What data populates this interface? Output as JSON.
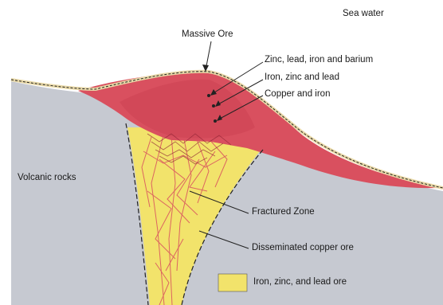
{
  "labels": {
    "sea_water": "Sea water",
    "massive_ore": "Massive  Ore",
    "zinc_lead_iron_barium": "Zinc, lead, iron and barium",
    "iron_zinc_lead": "Iron, zinc and lead",
    "copper_iron": "Copper and iron",
    "volcanic_rocks": "Volcanic rocks",
    "fractured_zone": "Fractured Zone",
    "disseminated_copper_ore": "Disseminated copper ore",
    "legend_iron_zinc_lead_ore": "Iron, zinc, and lead ore"
  },
  "colors": {
    "sea": "#ffffff",
    "volcanic_rock": "#c6c9d1",
    "massive_ore": "#d9505f",
    "massive_ore_dark": "#c63a4d",
    "stockwork_yellow": "#f2e36b",
    "vein_red": "#d9505f",
    "sediment_rim": "#e9d9a8",
    "line": "#222222"
  }
}
